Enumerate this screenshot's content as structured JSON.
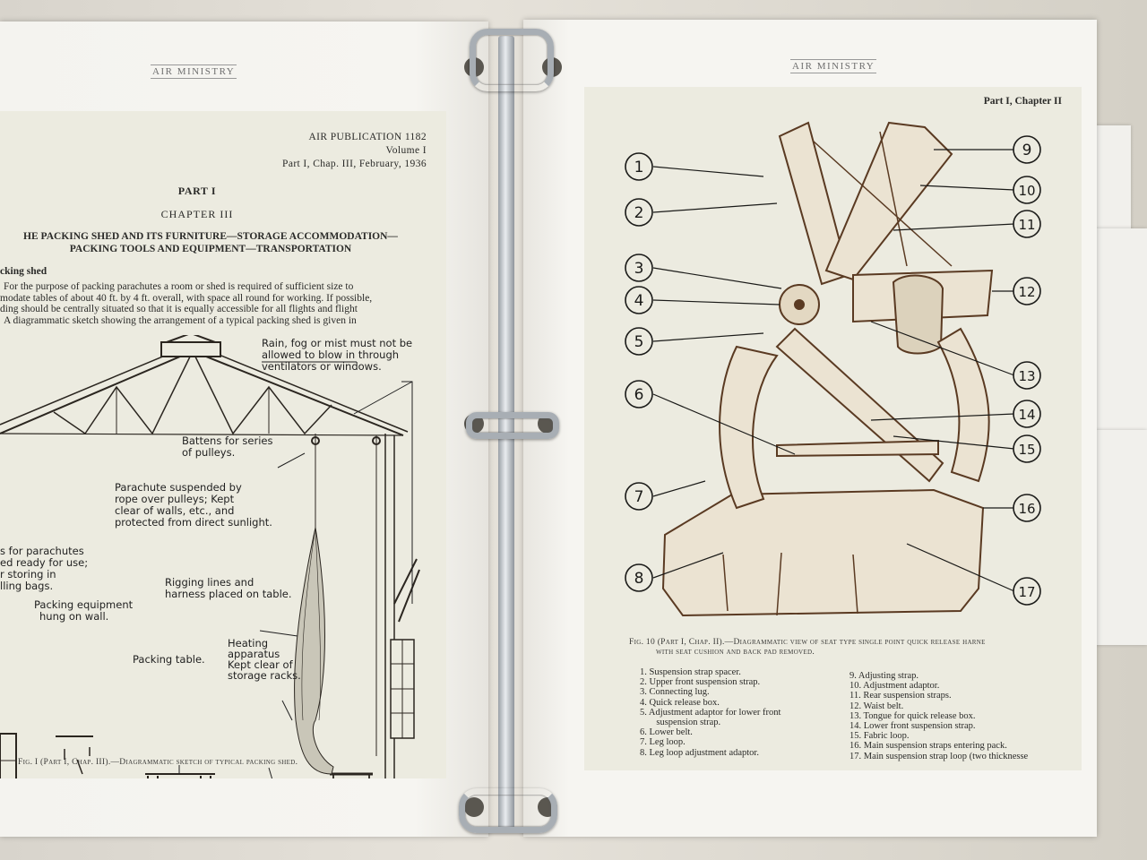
{
  "left_page": {
    "header": "AIR MINISTRY",
    "publication": [
      "AIR PUBLICATION 1182",
      "Volume I",
      "Part I, Chap. III, February, 1936"
    ],
    "part": "PART I",
    "chapter": "CHAPTER III",
    "title": [
      "HE PACKING SHED AND ITS FURNITURE—STORAGE ACCOMMODATION—",
      "PACKING TOOLS AND EQUIPMENT—TRANSPORTATION"
    ],
    "section_heading": "cking shed",
    "paragraph": [
      "For the purpose of packing parachutes a room or shed is required of sufficient size to",
      "modate tables of about 40 ft. by 4 ft. overall, with space all round for working.   If possible,",
      "ding should be centrally situated so that it is equally accessible for all flights and flight",
      "A diagrammatic sketch showing the arrangement of a typical packing shed is given in"
    ],
    "annotations": {
      "rain": [
        "Rain, fog or mist must not be",
        "allowed to blow in through",
        "ventilators or windows."
      ],
      "battens": [
        "Battens for series",
        "of pulleys."
      ],
      "parachute": [
        "Parachute suspended by",
        "rope over pulleys; Kept",
        "clear of walls, etc., and",
        "protected from direct sunlight."
      ],
      "storage": [
        "s for parachutes",
        "ed ready for use;",
        "r storing in",
        "lling bags."
      ],
      "equipment": [
        "Packing equipment",
        "hung on wall."
      ],
      "rigging": [
        "Rigging lines and",
        "harness placed on table."
      ],
      "table": [
        "Packing table."
      ],
      "heating": [
        "Heating",
        "apparatus",
        "Kept clear of",
        "storage racks."
      ]
    },
    "caption": "Fig. I (Part I, Chap. III).—Diagrammatic sketch of typical packing shed."
  },
  "right_page": {
    "header": "AIR MINISTRY",
    "part_ref": "Part I, Chapter II",
    "callouts": [
      "1",
      "2",
      "3",
      "4",
      "5",
      "6",
      "7",
      "8",
      "9",
      "10",
      "11",
      "12",
      "13",
      "14",
      "15",
      "16",
      "17"
    ],
    "caption": [
      "Fig. 10 (Part I, Chap. II).—Diagrammatic view of seat type single point quick release harne",
      "with seat cushion and back pad removed."
    ],
    "legend_left": [
      "1.  Suspension strap spacer.",
      "2.  Upper front suspension strap.",
      "3.  Connecting lug.",
      "4.  Quick release box.",
      "5.  Adjustment adaptor  for  lower  front",
      "       suspension strap.",
      "6.  Lower belt.",
      "7.  Leg loop.",
      "8.  Leg loop adjustment adaptor."
    ],
    "legend_right": [
      "9.  Adjusting strap.",
      "10.  Adjustment adaptor.",
      "11.  Rear suspension straps.",
      "12.  Waist belt.",
      "13.  Tongue for quick release box.",
      "14.  Lower front suspension strap.",
      "15.  Fabric loop.",
      "16.  Main suspension straps entering pack.",
      "17.  Main suspension strap loop (two thicknesse"
    ]
  },
  "colors": {
    "paper": "#f6f5f1",
    "plate": "#ecebe0",
    "ink": "#2a2a28",
    "sepia_ink": "#5a3a22",
    "ring": "#a8aeb4"
  }
}
